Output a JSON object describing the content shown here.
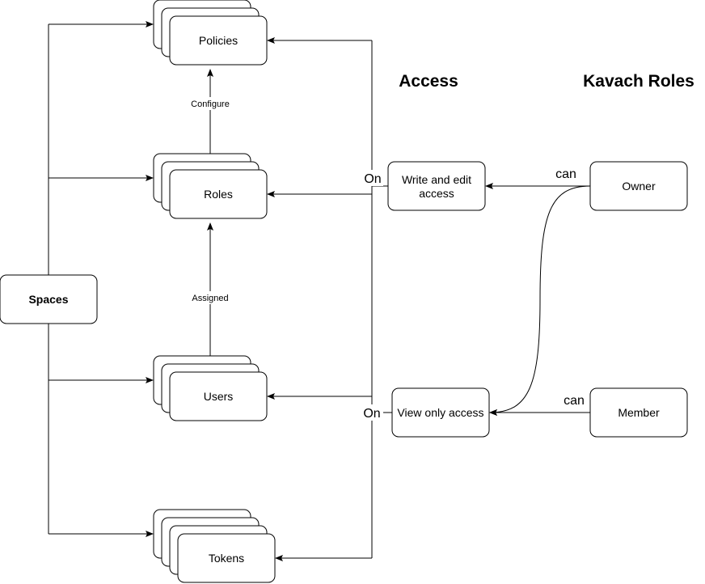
{
  "headings": {
    "access": "Access",
    "kavach_roles": "Kavach Roles"
  },
  "nodes": {
    "policies": "Policies",
    "roles": "Roles",
    "users": "Users",
    "tokens": "Tokens",
    "spaces": "Spaces",
    "write_access": [
      "Write and edit",
      "access"
    ],
    "view_access": "View only access",
    "owner": "Owner",
    "member": "Member"
  },
  "edge_labels": {
    "configure": "Configure",
    "assigned": "Assigned",
    "on_write": "On",
    "on_view": "On",
    "can_owner": "can",
    "can_member": "can"
  },
  "colors": {
    "stroke": "#000000",
    "fill": "#ffffff"
  }
}
